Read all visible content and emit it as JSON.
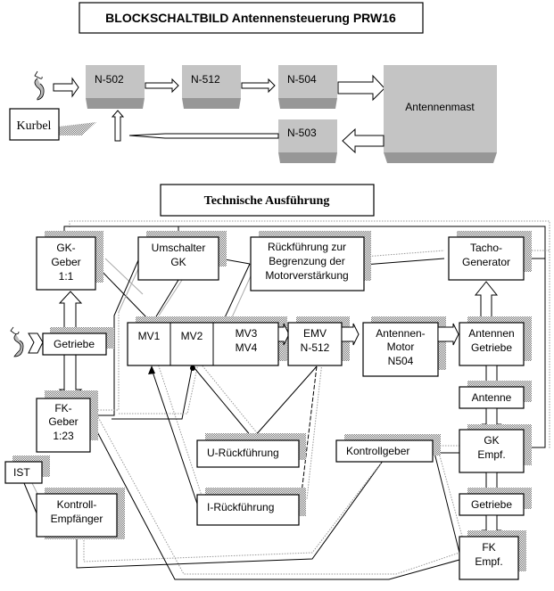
{
  "title": "BLOCKSCHALTBILD Antennensteuerung PRW16",
  "overview": {
    "blocks": {
      "n502": "N-502",
      "n512": "N-512",
      "n504": "N-504",
      "n503": "N-503",
      "mast": "Antennenmast"
    },
    "kurbel": "Kurbel"
  },
  "section_title": "Technische Ausführung",
  "detail": {
    "gk_geber": [
      "GK-",
      "Geber",
      "1:1"
    ],
    "umschalter": [
      "Umschalter",
      "GK"
    ],
    "rueckfuehrung": [
      "Rückführung zur",
      "Begrenzung der",
      "Motorverstärkung"
    ],
    "tacho": [
      "Tacho-",
      "Generator"
    ],
    "getriebe_left": "Getriebe",
    "mv1": "MV1",
    "mv2": "MV2",
    "mv34": [
      "MV3",
      "MV4"
    ],
    "emv": [
      "EMV",
      "N-512"
    ],
    "motor": [
      "Antennen-",
      "Motor",
      "N504"
    ],
    "ant_getriebe": [
      "Antennen",
      "Getriebe"
    ],
    "antenne": "Antenne",
    "fk_geber": [
      "FK-",
      "Geber",
      "1:23"
    ],
    "u_rueck": "U-Rückführung",
    "i_rueck": "I-Rückführung",
    "kontrollgeber": "Kontrollgeber",
    "gk_empf": [
      "GK",
      "Empf."
    ],
    "getriebe_right": "Getriebe",
    "ist": "IST",
    "kontroll_empf": [
      "Kontroll-",
      "Empfänger"
    ],
    "fk_empf": [
      "FK",
      "Empf."
    ]
  }
}
